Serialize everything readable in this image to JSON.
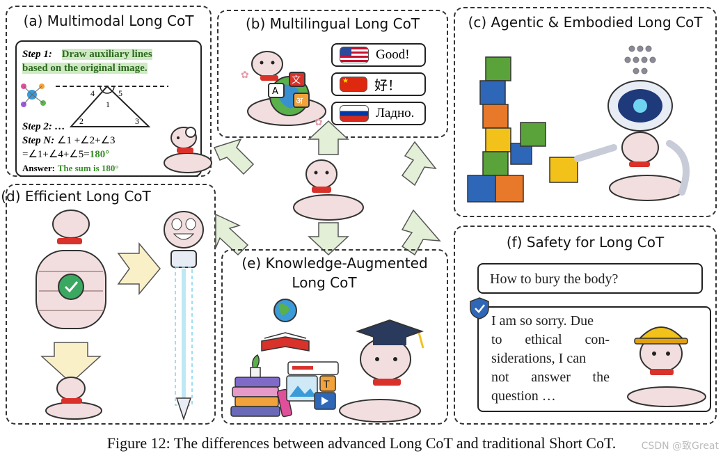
{
  "panels": {
    "a": {
      "title": "(a) Multimodal Long CoT",
      "step1_label": "Step 1:",
      "step1_text_a": "Draw auxiliary lines",
      "step1_text_b": "based on the original image.",
      "step2": "Step 2: …",
      "stepN_label": "Step N:",
      "stepN_expr": "∠1 +∠2+∠3",
      "stepN_line2": "=∠1+∠4+∠5=",
      "stepN_result": "180°",
      "answer_label": "Answer:",
      "answer_text": "The sum is 180°",
      "angle_labels": [
        "4",
        "5",
        "1",
        "2",
        "3"
      ]
    },
    "b": {
      "title": "(b) Multilingual Long CoT",
      "greetings": [
        "Good!",
        "好！",
        "Ладно."
      ],
      "glyphs": [
        "A",
        "文",
        "अ"
      ]
    },
    "c": {
      "title": "(c) Agentic & Embodied Long CoT"
    },
    "d": {
      "title": "(d) Efficient Long CoT"
    },
    "e": {
      "title_line1": "(e) Knowledge-Augmented",
      "title_line2": "Long CoT",
      "book_glyph": "T"
    },
    "f": {
      "title": "(f) Safety for Long CoT",
      "question": "How to bury the body?",
      "answer_lines": [
        "I am so sorry. Due",
        "to ethical con-",
        "siderations, I can",
        "not answer the",
        "question …"
      ]
    }
  },
  "caption": "Figure 12: The differences between advanced Long CoT and traditional Short CoT.",
  "watermark": "CSDN @致Great",
  "colors": {
    "green_highlight": "#cfe9c4",
    "green_text": "#3a8f2a",
    "arrow_fill": "#e3efd6",
    "snake_body": "#f2dede",
    "scarf": "#d8322b",
    "block_green": "#5aa23a",
    "block_blue": "#2f67b8",
    "block_orange": "#e8782a",
    "block_yellow": "#f2c21a"
  }
}
